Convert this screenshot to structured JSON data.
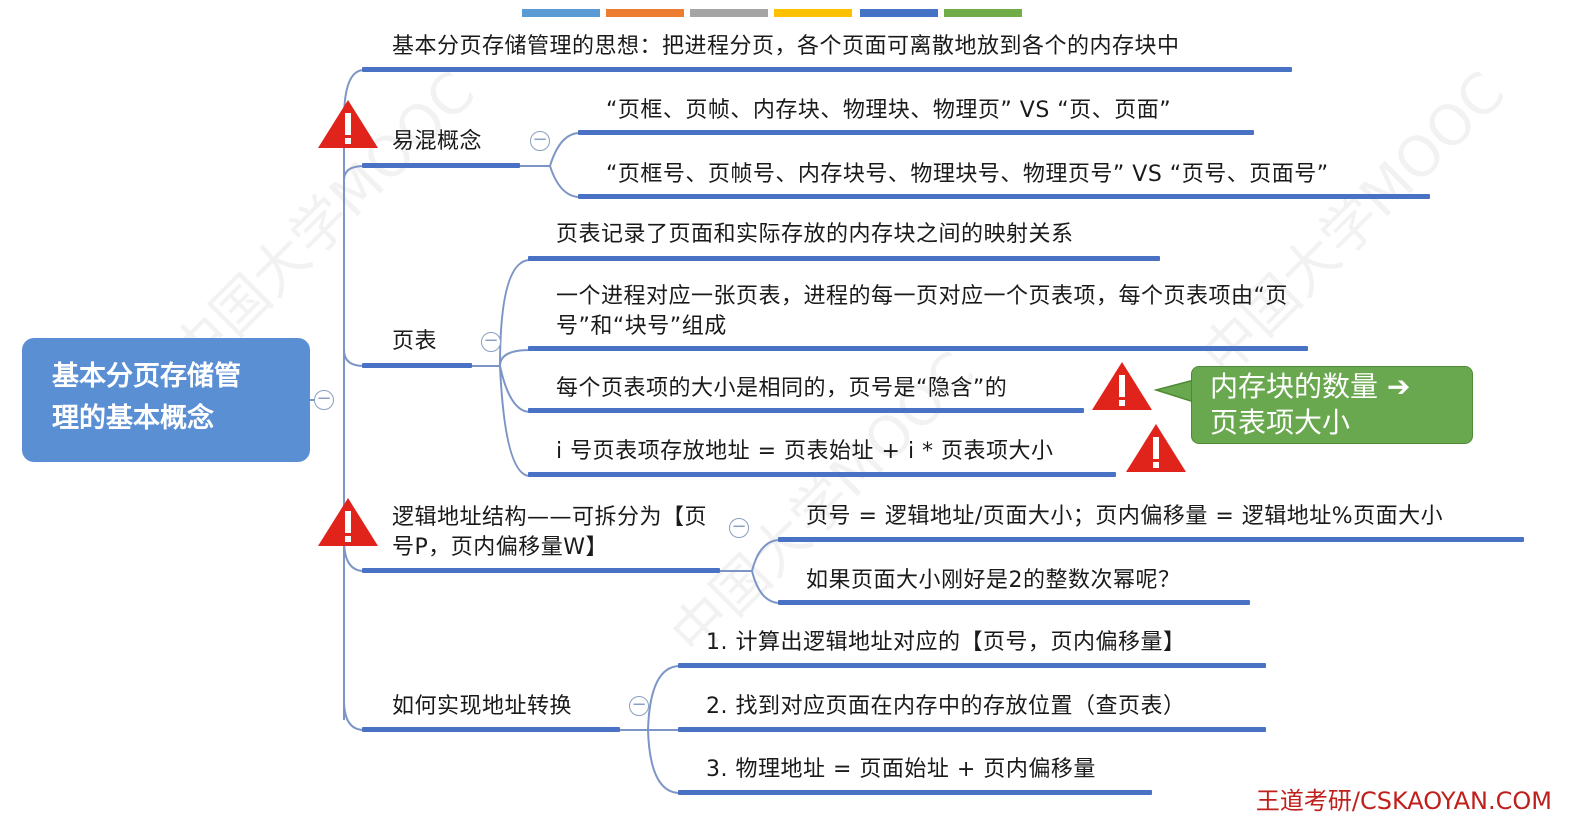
{
  "root": {
    "line1": "基本分页存储管",
    "line2": "理的基本概念"
  },
  "branches": {
    "idea": "基本分页存储管理的思想：把进程分页，各个页面可离散地放到各个的内存块中",
    "confuse": {
      "label": "易混概念",
      "items": [
        "“页框、页帧、内存块、物理块、物理页” VS “页、页面”",
        "“页框号、页帧号、内存块号、物理块号、物理页号” VS “页号、页面号”"
      ]
    },
    "pagetable": {
      "label": "页表",
      "items": [
        "页表记录了页面和实际存放的内存块之间的映射关系",
        "一个进程对应一张页表，进程的每一页对应一个页表项，每个页表项由“页号”和“块号”组成",
        "每个页表项的大小是相同的，页号是“隐含”的",
        "i 号页表项存放地址 = 页表始址 + i * 页表项大小"
      ]
    },
    "logical": {
      "label": "逻辑地址结构——可拆分为【页号P，页内偏移量W】",
      "items": [
        "页号 = 逻辑地址/页面大小；页内偏移量 = 逻辑地址%页面大小",
        "如果页面大小刚好是2的整数次幂呢？"
      ]
    },
    "convert": {
      "label": "如何实现地址转换",
      "items": [
        "1. 计算出逻辑地址对应的【页号，页内偏移量】",
        "2. 找到对应页面在内存中的存放位置（查页表）",
        "3. 物理地址 = 页面始址 + 页内偏移量"
      ]
    }
  },
  "callout": {
    "line1": "内存块的数量 ➔",
    "line2": "页表项大小"
  },
  "footer": "王道考研/CSKAOYAN.COM",
  "colors": {
    "accent": "#4a72c4",
    "root": "#5b8fd4",
    "callout": "#6aa84f",
    "warning": "#e0231b",
    "footer": "#c0201c",
    "top_bars": [
      "#5b9bd5",
      "#ed7d31",
      "#a5a5a5",
      "#ffc000",
      "#4472c4",
      "#70ad47"
    ]
  },
  "icons": {
    "warning": "warning-triangle-icon",
    "collapse": "collapse-minus-icon"
  }
}
